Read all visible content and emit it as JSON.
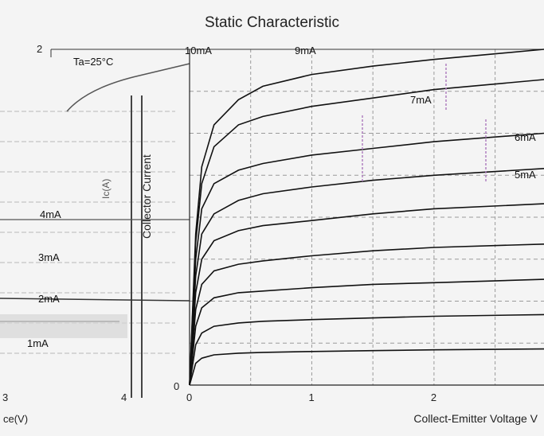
{
  "chart_data": {
    "type": "line",
    "title": "Static Characteristic",
    "xlabel": "Collect-Emitter Voltage  V",
    "ylabel": "Collector Current",
    "left_xlabel": "ce(V)",
    "left_ylabel": "Ic(A)",
    "annotation": "Ta=25°C",
    "x_ticks": [
      "0",
      "1",
      "2"
    ],
    "left_x_ticks": [
      "3",
      "4"
    ],
    "y_ticks": [
      "0",
      "2"
    ],
    "xlim": [
      0,
      2.9
    ],
    "ylim": [
      0,
      2
    ],
    "grid": true,
    "series": [
      {
        "name": "10mA",
        "x": [
          0,
          0.05,
          0.1,
          0.2,
          0.4,
          0.6,
          1.0,
          1.5,
          2.0,
          2.9
        ],
        "y": [
          0,
          0.9,
          1.3,
          1.55,
          1.7,
          1.78,
          1.85,
          1.9,
          1.94,
          2.0
        ]
      },
      {
        "name": "9mA",
        "x": [
          0,
          0.05,
          0.1,
          0.2,
          0.4,
          0.6,
          1.0,
          1.5,
          2.0,
          2.9
        ],
        "y": [
          0,
          0.85,
          1.2,
          1.42,
          1.55,
          1.6,
          1.66,
          1.71,
          1.76,
          1.82
        ]
      },
      {
        "name": "7mA",
        "x": [
          0,
          0.05,
          0.1,
          0.2,
          0.4,
          0.6,
          1.0,
          1.5,
          2.0,
          2.9
        ],
        "y": [
          0,
          0.75,
          1.05,
          1.2,
          1.28,
          1.32,
          1.37,
          1.41,
          1.45,
          1.5
        ]
      },
      {
        "name": "6mA",
        "x": [
          0,
          0.05,
          0.1,
          0.2,
          0.4,
          0.6,
          1.0,
          1.5,
          2.0,
          2.9
        ],
        "y": [
          0,
          0.65,
          0.9,
          1.02,
          1.1,
          1.14,
          1.18,
          1.22,
          1.25,
          1.29
        ]
      },
      {
        "name": "5mA",
        "x": [
          0,
          0.05,
          0.1,
          0.2,
          0.4,
          0.6,
          1.0,
          1.5,
          2.0,
          2.9
        ],
        "y": [
          0,
          0.55,
          0.75,
          0.86,
          0.92,
          0.95,
          0.98,
          1.02,
          1.05,
          1.08
        ]
      },
      {
        "name": "4mA",
        "x": [
          0,
          0.05,
          0.1,
          0.2,
          0.4,
          0.6,
          1.0,
          1.5,
          2.0,
          2.9
        ],
        "y": [
          0,
          0.45,
          0.6,
          0.68,
          0.72,
          0.74,
          0.77,
          0.8,
          0.82,
          0.84
        ]
      },
      {
        "name": "3mA",
        "x": [
          0,
          0.05,
          0.1,
          0.2,
          0.4,
          0.6,
          1.0,
          1.5,
          2.0,
          2.9
        ],
        "y": [
          0,
          0.35,
          0.46,
          0.52,
          0.55,
          0.56,
          0.58,
          0.6,
          0.61,
          0.63
        ]
      },
      {
        "name": "2mA",
        "x": [
          0,
          0.05,
          0.1,
          0.2,
          0.4,
          0.6,
          1.0,
          1.5,
          2.0,
          2.9
        ],
        "y": [
          0,
          0.24,
          0.31,
          0.35,
          0.37,
          0.38,
          0.39,
          0.4,
          0.41,
          0.42
        ]
      },
      {
        "name": "1mA",
        "x": [
          0,
          0.05,
          0.1,
          0.2,
          0.4,
          0.6,
          1.0,
          1.5,
          2.0,
          2.9
        ],
        "y": [
          0,
          0.13,
          0.16,
          0.18,
          0.19,
          0.195,
          0.2,
          0.205,
          0.21,
          0.215
        ]
      }
    ],
    "colors": {
      "line": "#111111",
      "grid": "#9a9a9a",
      "accent": "#b080c0"
    }
  }
}
